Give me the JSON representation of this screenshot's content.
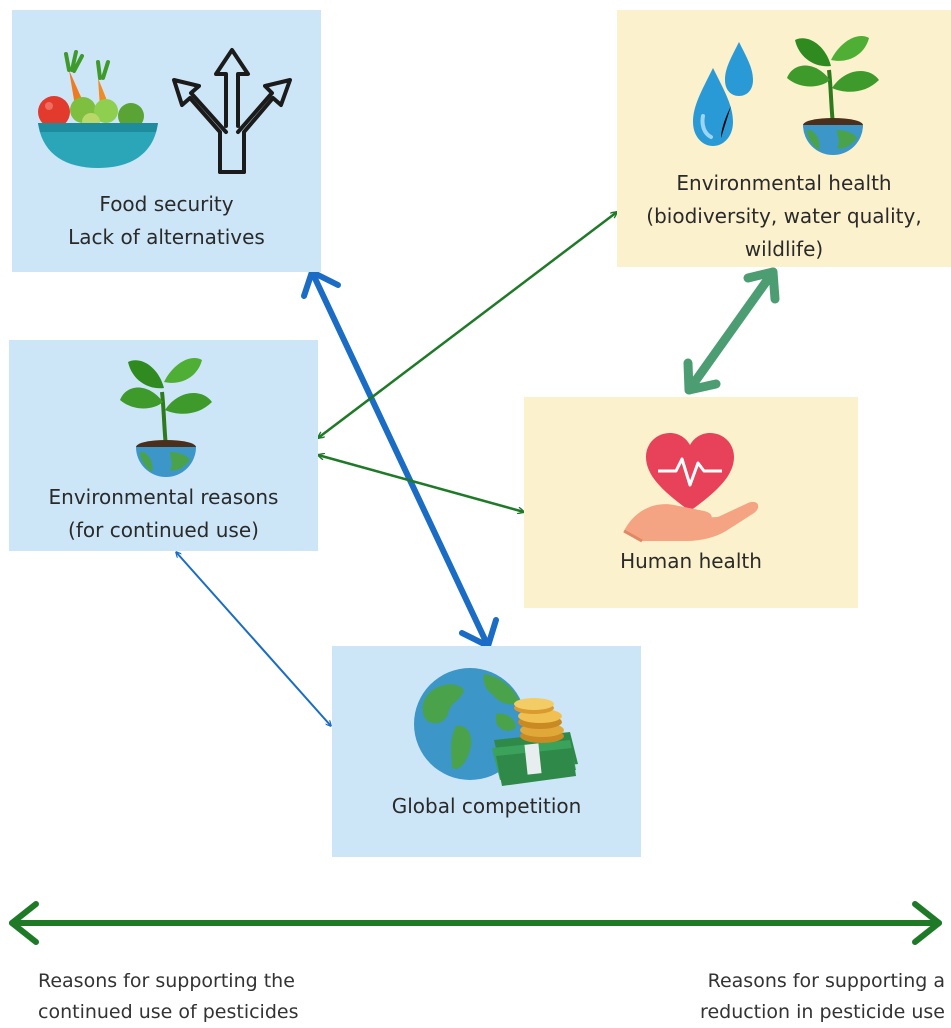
{
  "boxes": {
    "food_security": {
      "lines": [
        "Food security",
        "Lack of alternatives"
      ]
    },
    "environmental_health": {
      "lines": [
        "Environmental health",
        "(biodiversity, water quality,",
        "wildlife)"
      ]
    },
    "environmental_reasons": {
      "lines": [
        "Environmental reasons",
        "(for continued use)"
      ]
    },
    "human_health": {
      "lines": [
        "Human health"
      ]
    },
    "global_competition": {
      "lines": [
        "Global competition"
      ]
    }
  },
  "scale": {
    "left_lines": [
      "Reasons for supporting the",
      "continued use of pesticides"
    ],
    "right_lines": [
      "Reasons for supporting a",
      "reduction in pesticide use"
    ]
  },
  "colors": {
    "support_box": "#cce6f7",
    "reduction_box": "#fbf1cc",
    "blue_link": "#1a6cc4",
    "green_link": "#1f7a28",
    "teal_link": "#4c9e72",
    "scale_arrow": "#1f7a28"
  },
  "icons": [
    "vegetable-bowl-icon",
    "branching-arrows-icon",
    "water-drops-icon",
    "plant-globe-icon",
    "heart-hand-icon",
    "globe-money-icon"
  ]
}
